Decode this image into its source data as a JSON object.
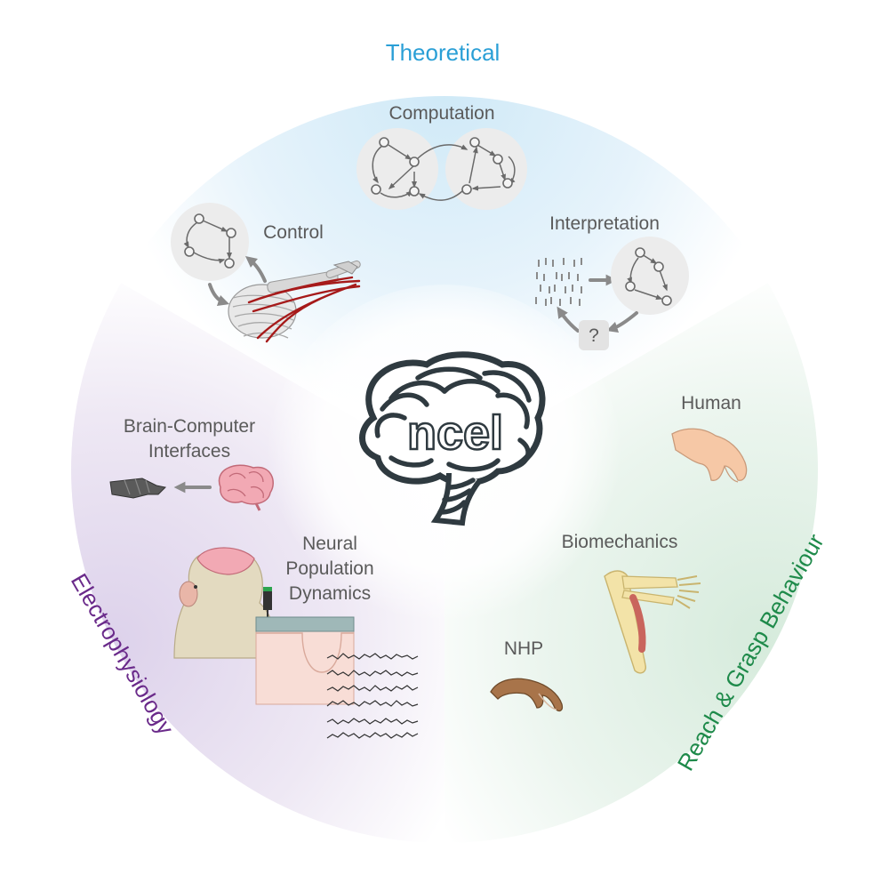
{
  "sectors": {
    "theoretical": {
      "title": "Theoretical",
      "color": "#2a9fd6"
    },
    "electrophysiology": {
      "title": "Electrophysiology",
      "color": "#6a2a8a"
    },
    "behaviour": {
      "title": "Reach & Grasp Behaviour",
      "color": "#1e8a4a"
    }
  },
  "topics": {
    "computation": "Computation",
    "control": "Control",
    "interpretation": "Interpretation",
    "interpretation_question": "?",
    "bci_line1": "Brain-Computer",
    "bci_line2": "Interfaces",
    "npd_line1": "Neural",
    "npd_line2": "Population",
    "npd_line3": "Dynamics",
    "human": "Human",
    "biomechanics": "Biomechanics",
    "nhp": "NHP"
  },
  "logo": {
    "text": "ncel"
  }
}
